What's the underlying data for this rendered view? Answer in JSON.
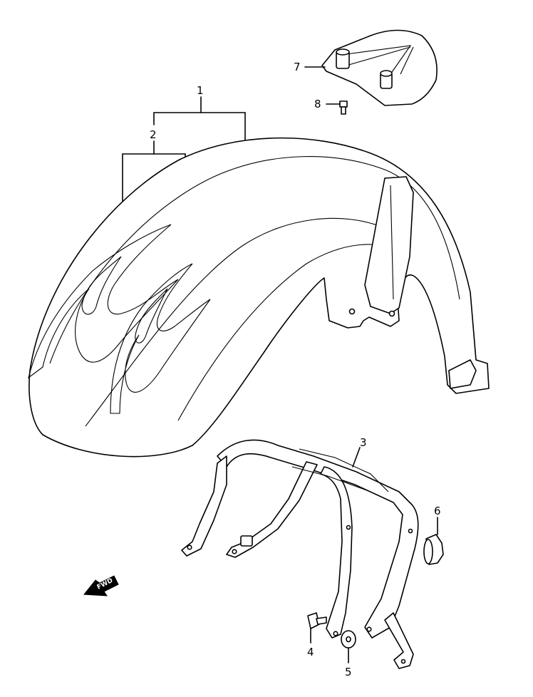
{
  "callouts": {
    "c1": "1",
    "c2": "2",
    "c3": "3",
    "c4": "4",
    "c5": "5",
    "c6": "6",
    "c7": "7",
    "c8": "8"
  },
  "direction_arrow": {
    "label": "FWD",
    "icon": "arrow-left-icon"
  },
  "colors": {
    "line": "#000000",
    "background": "#ffffff"
  }
}
